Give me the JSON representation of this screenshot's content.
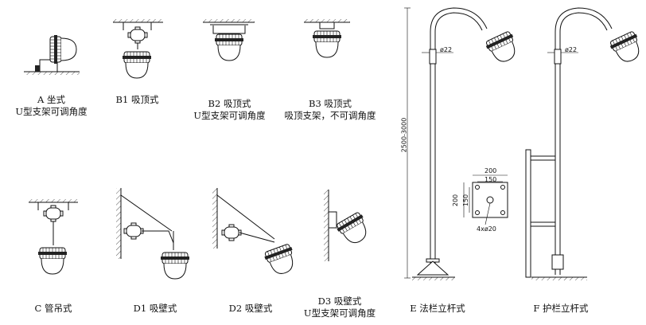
{
  "captions": {
    "A": [
      "A 坐式",
      "U型支架可调角度"
    ],
    "B1": [
      "B1 吸顶式"
    ],
    "B2": [
      "B2 吸顶式",
      "U型支架可调角度"
    ],
    "B3": [
      "B3 吸顶式",
      "吸顶支架，不可调角度"
    ],
    "C": [
      "C 管吊式"
    ],
    "D1": [
      "D1 吸壁式"
    ],
    "D2": [
      "D2 吸壁式"
    ],
    "D3": [
      "D3 吸壁式",
      "U型支架可调角度"
    ],
    "E": [
      "E 法栏立杆式"
    ],
    "F": [
      "F 护栏立杆式"
    ]
  },
  "dimensions": {
    "pole_height": "2500-3000",
    "pipe_diameter_e": "ø22",
    "pipe_diameter_f": "ø22",
    "base_width": "200",
    "hole_spacing_h": "150",
    "base_height": "200",
    "hole_spacing_v": "150",
    "holes": "4xø20"
  }
}
